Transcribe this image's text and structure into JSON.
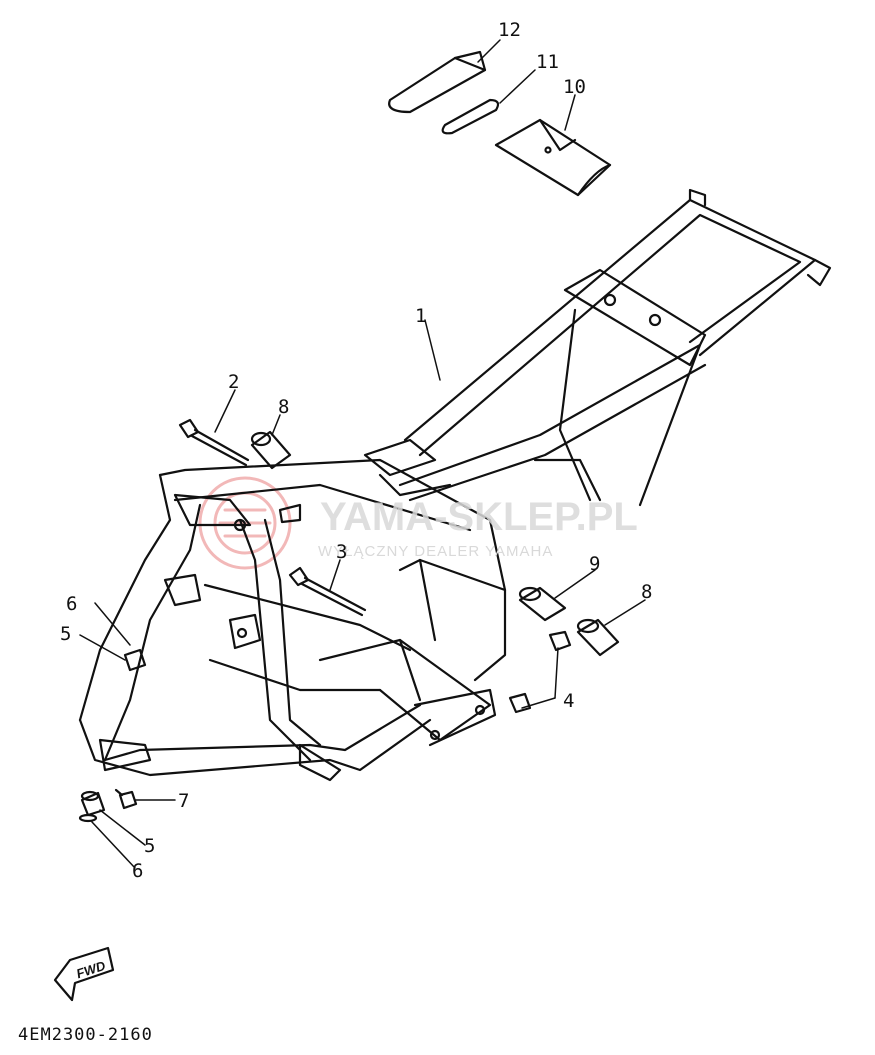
{
  "diagram": {
    "part_code": "4EM2300-2160",
    "direction_label": "FWD",
    "watermark": {
      "brand": "YAMA-SKLEP.PL",
      "tagline": "WYŁĄCZNY DEALER YAMAHA"
    },
    "callouts": [
      {
        "id": "c1",
        "text": "1"
      },
      {
        "id": "c2",
        "text": "2"
      },
      {
        "id": "c3",
        "text": "3"
      },
      {
        "id": "c4",
        "text": "4"
      },
      {
        "id": "c5a",
        "text": "5"
      },
      {
        "id": "c5b",
        "text": "5"
      },
      {
        "id": "c6a",
        "text": "6"
      },
      {
        "id": "c6b",
        "text": "6"
      },
      {
        "id": "c7",
        "text": "7"
      },
      {
        "id": "c8a",
        "text": "8"
      },
      {
        "id": "c8b",
        "text": "8"
      },
      {
        "id": "c9",
        "text": "9"
      },
      {
        "id": "c10",
        "text": "10"
      },
      {
        "id": "c11",
        "text": "11"
      },
      {
        "id": "c12",
        "text": "12"
      }
    ]
  }
}
